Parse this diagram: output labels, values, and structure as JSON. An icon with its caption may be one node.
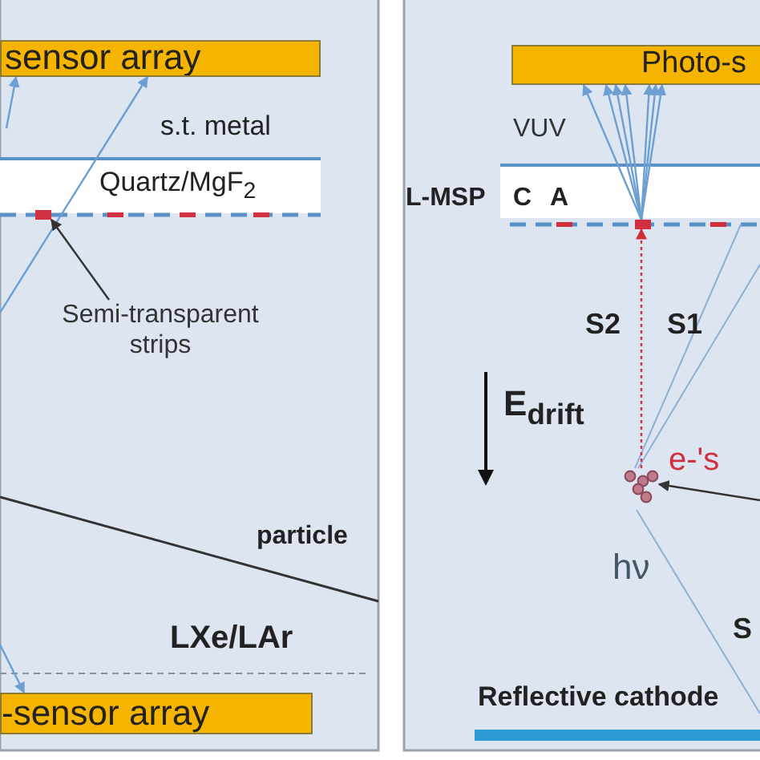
{
  "diagram": {
    "nodes": [
      {
        "text": [
          "sensor array"
        ]
      },
      {
        "text": [
          "Semi-transparent strips"
        ]
      },
      {
        "text": [],
        "shape": "bar"
      },
      {
        "text": [
          "-sensor array"
        ]
      },
      {
        "text": [
          "Photo-s"
        ]
      },
      {
        "text": [],
        "shape": "bar"
      },
      {
        "text": [],
        "shape": "circle",
        "beside": [
          "e-'s"
        ]
      }
    ],
    "edges": [
      {
        "from": null,
        "to": 0,
        "arrow": "to"
      },
      {
        "from": null,
        "to": 0,
        "arrow": "to"
      },
      {
        "from": 1,
        "to": 2,
        "arrow": "to",
        "color": "#333333"
      },
      {
        "from": null,
        "to": 3,
        "arrow": "to"
      },
      {
        "from": 6,
        "to": 5,
        "arrow": "to",
        "style": "dashed",
        "color": "#d03040"
      },
      {
        "from": 5,
        "to": 4,
        "arrow": "to"
      },
      {
        "from": 5,
        "to": 4,
        "arrow": "to"
      },
      {
        "from": 5,
        "to": 4,
        "arrow": "to"
      },
      {
        "from": 5,
        "to": 4,
        "arrow": "to"
      },
      {
        "from": 5,
        "to": 4,
        "arrow": "to"
      },
      {
        "from": 5,
        "to": 4,
        "arrow": "to"
      },
      {
        "from": 5,
        "to": 4,
        "arrow": "to"
      },
      {
        "from": null,
        "to": 6,
        "arrow": "to",
        "color": "#333333"
      }
    ],
    "labels": [
      "s.t. metal",
      "Quartz/MgF$_{2}$",
      "particle",
      "LXe/LAr",
      "VUV",
      "L-MSP",
      "C",
      "A",
      "S2",
      "S1",
      "E$_{drift}$",
      "hν",
      "S",
      "Reflective cathode"
    ]
  }
}
